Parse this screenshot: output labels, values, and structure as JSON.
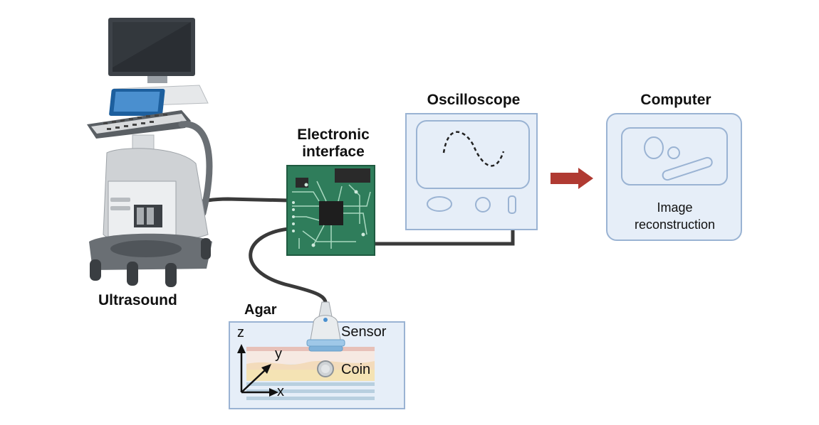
{
  "labels": {
    "ultrasound": "Ultrasound",
    "electronic_line1": "Electronic",
    "electronic_line2": "interface",
    "oscilloscope": "Oscilloscope",
    "computer": "Computer",
    "image_reconstruction_line1": "Image",
    "image_reconstruction_line2": "reconstruction",
    "agar": "Agar",
    "sensor": "Sensor",
    "coin": "Coin",
    "axis_z": "z",
    "axis_y": "y",
    "axis_x": "x"
  },
  "colors": {
    "panel_fill": "#e6eef8",
    "panel_stroke": "#9ab3d3",
    "pcb_green": "#2f7d5b",
    "arrow_red": "#b03a32",
    "cable": "#3a3a3a"
  }
}
